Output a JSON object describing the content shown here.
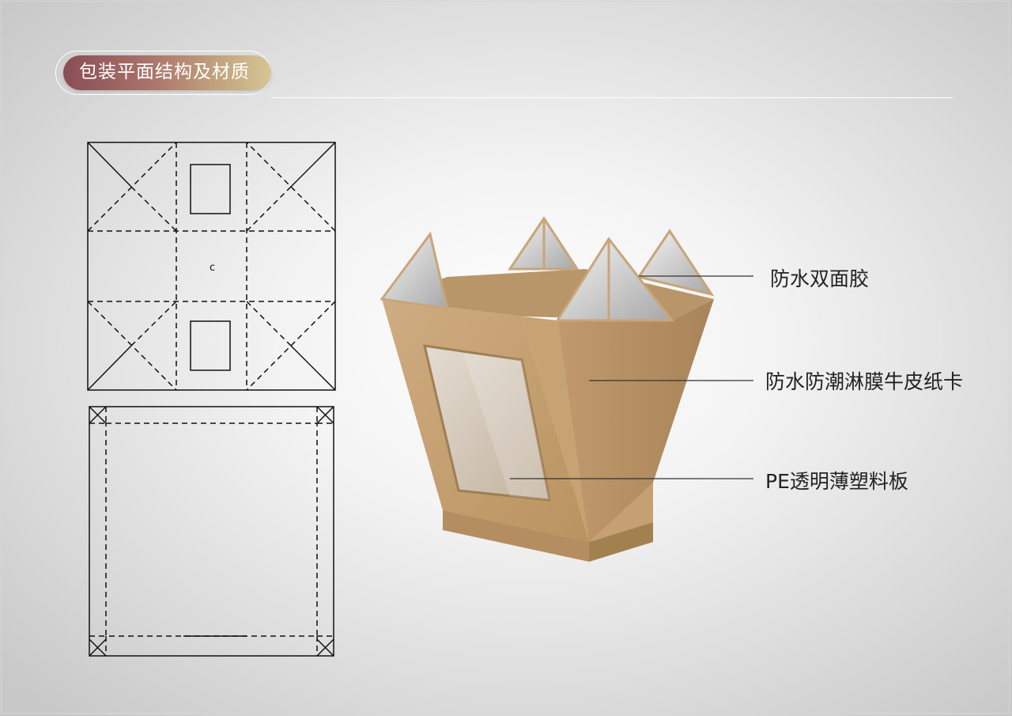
{
  "header": {
    "title": "包装平面结构及材质"
  },
  "dieline": {
    "top_panel_mark": "c"
  },
  "callouts": [
    {
      "label": "防水双面胶"
    },
    {
      "label": "防水防潮淋膜牛皮纸卡"
    },
    {
      "label": "PE透明薄塑料板"
    }
  ],
  "colors": {
    "title_gradient_start": "#8a4d55",
    "title_gradient_end": "#d5c595",
    "kraft": "#c9a57a",
    "line": "#111111"
  }
}
